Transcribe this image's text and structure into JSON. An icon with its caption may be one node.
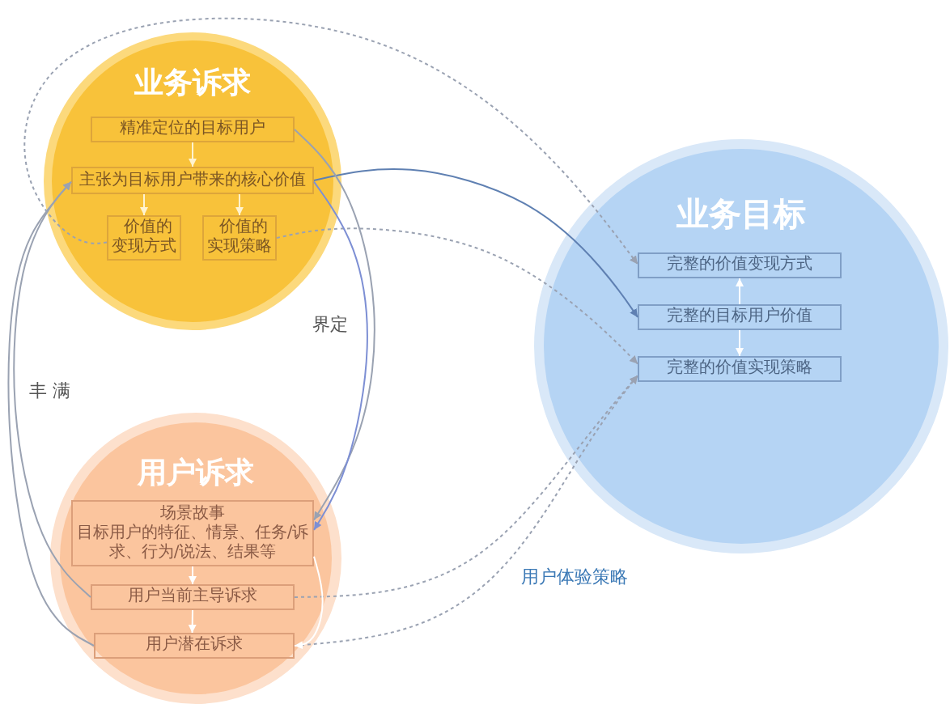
{
  "diagram": {
    "nodes": [
      {
        "text": [
          "业务诉求"
        ]
      },
      {
        "text": [
          "精准定位的目标用户"
        ],
        "in": 0
      },
      {
        "text": [
          "主张为目标用户带来的核心价值"
        ],
        "in": 0
      },
      {
        "text": [
          "价值的变现方式"
        ],
        "in": 0
      },
      {
        "text": [
          "价值的实现策略"
        ],
        "in": 0
      },
      {
        "text": [
          "业务目标"
        ]
      },
      {
        "text": [
          "完整的价值变现方式"
        ],
        "in": 5
      },
      {
        "text": [
          "完整的目标用户价值"
        ],
        "in": 5
      },
      {
        "text": [
          "完整的价值实现策略"
        ],
        "in": 5
      },
      {
        "text": [
          "用户诉求"
        ]
      },
      {
        "text": [
          "场景故事",
          "目标用户的特征、情景、任务/诉求、行为/说法、结果等"
        ],
        "in": 9
      },
      {
        "text": [
          "用户当前主导诉求"
        ],
        "in": 9
      },
      {
        "text": [
          "用户潜在诉求"
        ],
        "in": 9
      }
    ],
    "edges": [
      {
        "from": 1,
        "to": 2,
        "arrow": "to",
        "color": "#fff3cf"
      },
      {
        "from": 2,
        "to": 3,
        "arrow": "to",
        "color": "#fff3cf"
      },
      {
        "from": 2,
        "to": 4,
        "arrow": "to",
        "color": "#fff3cf"
      },
      {
        "from": 7,
        "to": 6,
        "arrow": "to",
        "color": "#ffffff"
      },
      {
        "from": 7,
        "to": 8,
        "arrow": "to",
        "color": "#ffffff"
      },
      {
        "from": 10,
        "to": 11,
        "arrow": "to",
        "color": "#ffffff"
      },
      {
        "from": 11,
        "to": 12,
        "arrow": "to",
        "color": "#ffffff"
      },
      {
        "from": 3,
        "to": 6,
        "arrow": "to",
        "style": "dashed"
      },
      {
        "from": 2,
        "to": 7,
        "arrow": "to",
        "color": "#5f80b2"
      },
      {
        "from": 4,
        "to": 8,
        "arrow": "to",
        "style": "dashed"
      },
      {
        "from": 11,
        "to": 8,
        "arrow": "to",
        "style": "dashed"
      },
      {
        "from": 12,
        "to": 8,
        "arrow": "to",
        "style": "dashed"
      },
      {
        "from": 1,
        "to": 10,
        "arrow": "to"
      },
      {
        "from": 2,
        "to": 10,
        "arrow": "to",
        "color": "#7d8fd4"
      },
      {
        "from": 11,
        "to": 2,
        "arrow": "to"
      },
      {
        "from": 12,
        "to": 2,
        "arrow": "to"
      },
      {
        "from": 10,
        "to": 12,
        "arrow": "to",
        "color": "#ffffff"
      }
    ],
    "labels": [
      "界定",
      "丰 满",
      "用户体验策略"
    ]
  }
}
